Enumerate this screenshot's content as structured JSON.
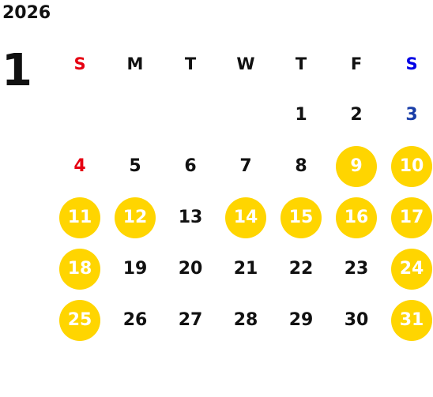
{
  "calendar": {
    "year": "2026",
    "month": "1",
    "weekdays": [
      {
        "label": "S",
        "color": "#e60012"
      },
      {
        "label": "M",
        "color": "#111111"
      },
      {
        "label": "T",
        "color": "#111111"
      },
      {
        "label": "W",
        "color": "#111111"
      },
      {
        "label": "T",
        "color": "#111111"
      },
      {
        "label": "F",
        "color": "#111111"
      },
      {
        "label": "S",
        "color": "#0000e6"
      }
    ],
    "colors": {
      "sunday": "#e60012",
      "saturday": "#1a3ea8",
      "weekday": "#111111",
      "highlight_bg": "#ffd500",
      "highlight_text": "#ffffff"
    },
    "weeks": [
      [
        null,
        null,
        null,
        null,
        "1",
        "2",
        "3"
      ],
      [
        "4",
        "5",
        "6",
        "7",
        "8",
        "9",
        "10"
      ],
      [
        "11",
        "12",
        "13",
        "14",
        "15",
        "16",
        "17"
      ],
      [
        "18",
        "19",
        "20",
        "21",
        "22",
        "23",
        "24"
      ],
      [
        "25",
        "26",
        "27",
        "28",
        "29",
        "30",
        "31"
      ]
    ],
    "highlighted": [
      "9",
      "10",
      "11",
      "12",
      "14",
      "15",
      "16",
      "17",
      "18",
      "24",
      "25",
      "31"
    ]
  }
}
